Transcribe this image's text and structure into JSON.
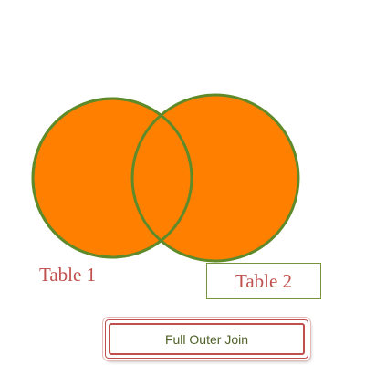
{
  "diagram": {
    "fill_color": "#ff8000",
    "stroke_color": "#5f8a2a",
    "sets": [
      {
        "name": "Table 1"
      },
      {
        "name": "Table 2"
      }
    ]
  },
  "labels": {
    "table1": "Table 1",
    "table2": "Table 2",
    "label_color": "#c0504d"
  },
  "button": {
    "label": "Full Outer Join",
    "border_color": "#c0504d",
    "text_color": "#4f6228"
  }
}
